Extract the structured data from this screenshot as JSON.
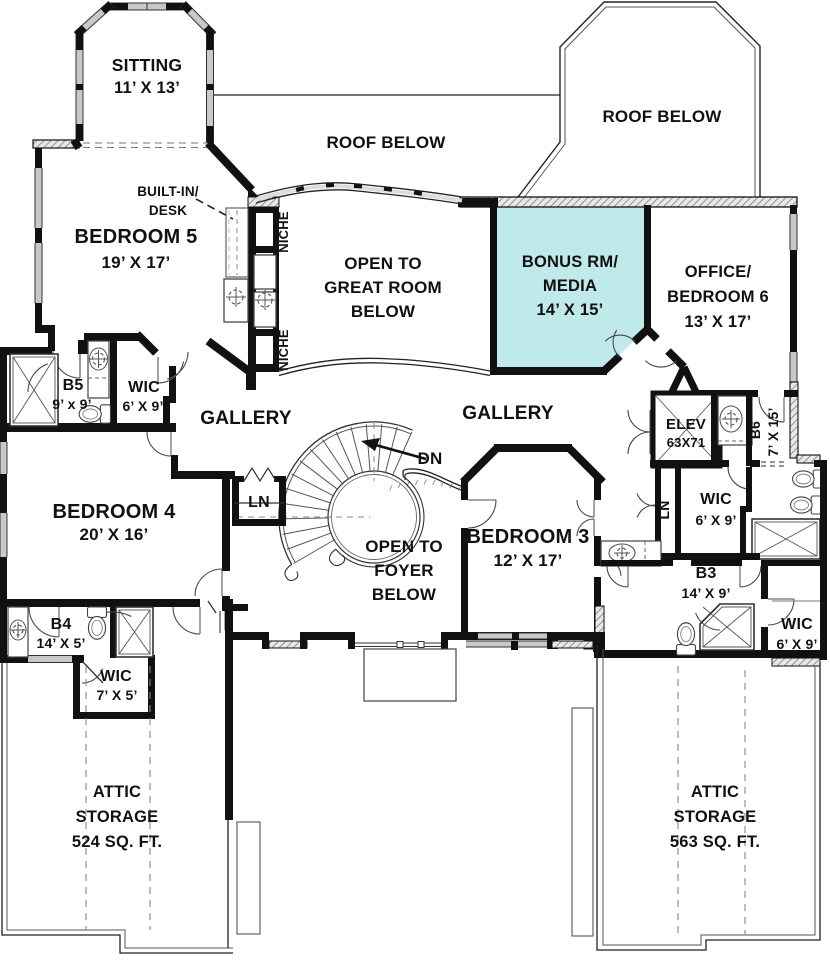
{
  "colors": {
    "bonus_fill": "#bfe9ea",
    "wall": "#111111",
    "window": "#c8c8c8"
  },
  "rooms": {
    "sitting": {
      "name": "SITTING",
      "dims": "11’ X 13’"
    },
    "bedroom5": {
      "name": "BEDROOM 5",
      "dims": "19’ X 17’"
    },
    "bonus": {
      "name1": "BONUS RM/",
      "name2": "MEDIA",
      "dims": "14’ X 15’"
    },
    "office": {
      "name1": "OFFICE/",
      "name2": "BEDROOM 6",
      "dims": "13’ X 17’"
    },
    "bedroom4": {
      "name": "BEDROOM 4",
      "dims": "20’ X 16’"
    },
    "bedroom3": {
      "name": "BEDROOM 3",
      "dims": "12’ X 17’"
    },
    "b5": {
      "name": "B5",
      "dims": "9’ x 9’"
    },
    "wic_b5": {
      "name": "WIC",
      "dims": "6’ X 9’"
    },
    "b4": {
      "name": "B4",
      "dims": "14’ X 5’"
    },
    "wic_b4": {
      "name": "WIC",
      "dims": "7’ X 5’"
    },
    "b6": {
      "name": "B6",
      "dims": "7’ X 15’"
    },
    "b3": {
      "name": "B3",
      "dims": "14’ X 9’"
    },
    "wic_hall": {
      "name": "WIC",
      "dims": "6’ X 9’"
    },
    "wic_b3": {
      "name": "WIC",
      "dims": "6’ X 9’"
    }
  },
  "labels": {
    "roof_below_center": "ROOF BELOW",
    "roof_below_right": "ROOF BELOW",
    "built_in_1": "BUILT-IN/",
    "built_in_2": "DESK",
    "niche_top": "NICHE",
    "niche_bottom": "NICHE",
    "open_great_1": "OPEN TO",
    "open_great_2": "GREAT ROOM",
    "open_great_3": "BELOW",
    "gallery_left": "GALLERY",
    "gallery_right": "GALLERY",
    "dn": "DN",
    "elev": "ELEV",
    "elev_size": "63X71",
    "ln_stairs": "LN",
    "ln_hall": "LN",
    "open_foyer_1": "OPEN TO",
    "open_foyer_2": "FOYER",
    "open_foyer_3": "BELOW",
    "attic_left_1": "ATTIC",
    "attic_left_2": "STORAGE",
    "attic_left_3": "524 SQ. FT.",
    "attic_right_1": "ATTIC",
    "attic_right_2": "STORAGE",
    "attic_right_3": "563 SQ. FT."
  }
}
